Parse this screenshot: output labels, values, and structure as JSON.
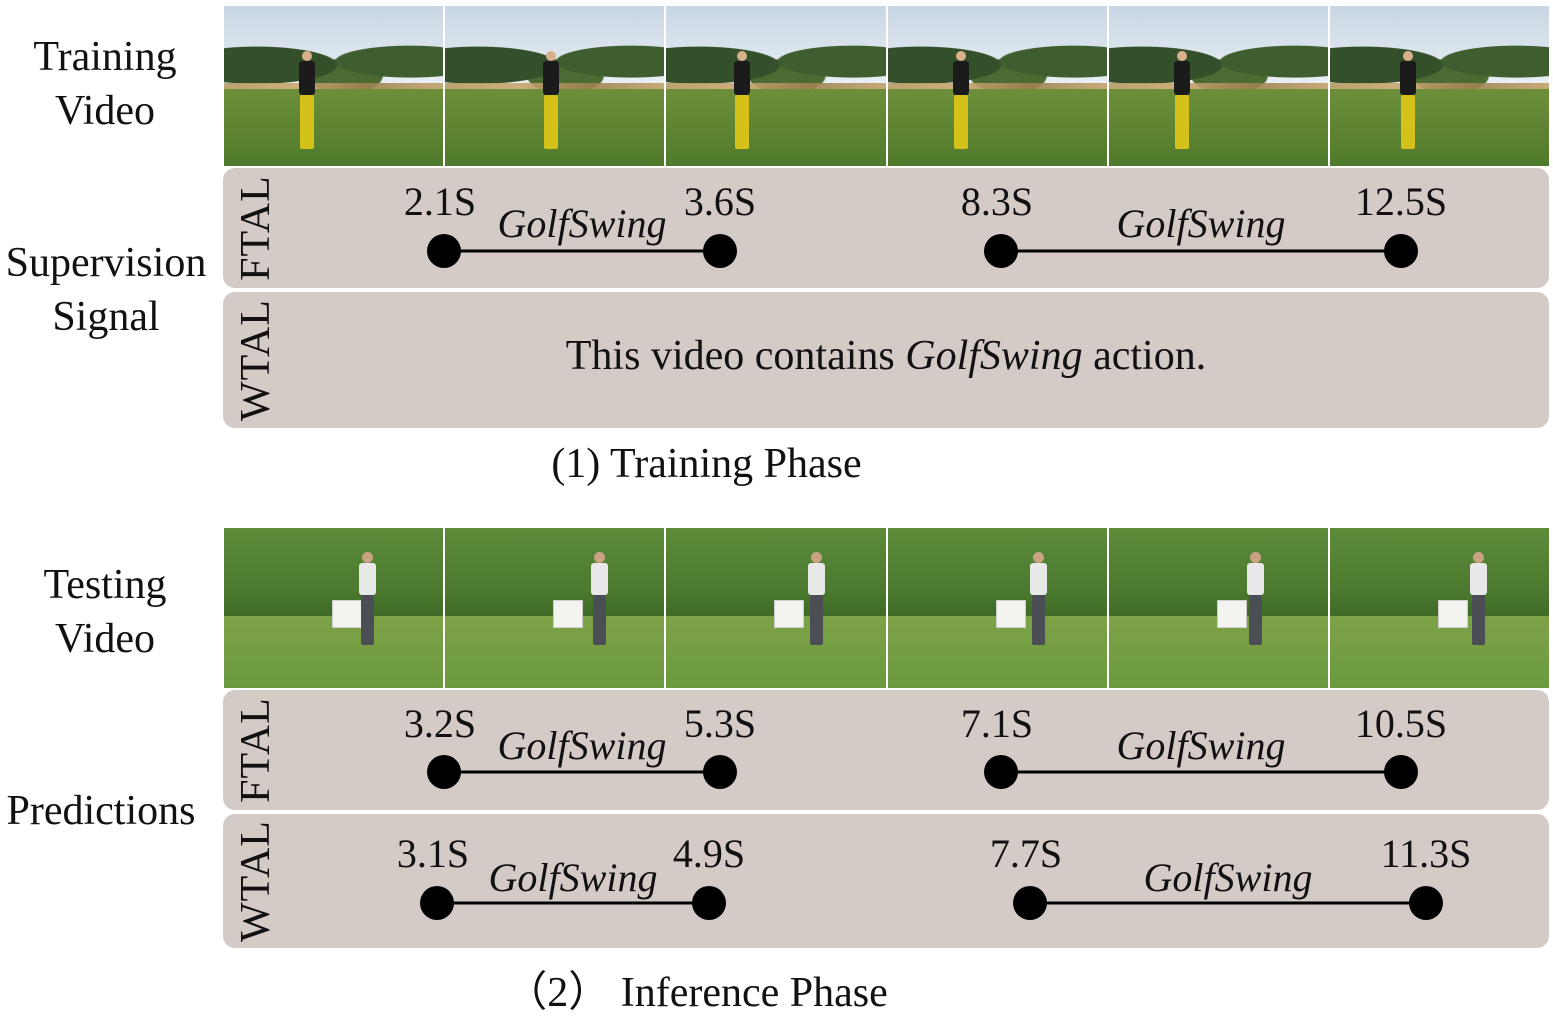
{
  "training": {
    "video_label": "Training\nVideo",
    "supervision_label": "Supervision\nSignal",
    "ftal_label": "FTAL",
    "wtal_label": "WTAL",
    "ftal_segments": [
      {
        "start": "2.1S",
        "end": "3.6S",
        "action": "GolfSwing"
      },
      {
        "start": "8.3S",
        "end": "12.5S",
        "action": "GolfSwing"
      }
    ],
    "wtal_text_before": "This video contains ",
    "wtal_text_action": "GolfSwing",
    "wtal_text_after": " action.",
    "phase_caption": "(1) Training Phase"
  },
  "inference": {
    "video_label": "Testing\nVideo",
    "predictions_label": "Predictions",
    "ftal_label": "FTAL",
    "wtal_label": "WTAL",
    "ftal_segments": [
      {
        "start": "3.2S",
        "end": "5.3S",
        "action": "GolfSwing"
      },
      {
        "start": "7.1S",
        "end": "10.5S",
        "action": "GolfSwing"
      }
    ],
    "wtal_segments": [
      {
        "start": "3.1S",
        "end": "4.9S",
        "action": "GolfSwing"
      },
      {
        "start": "7.7S",
        "end": "11.3S",
        "action": "GolfSwing"
      }
    ],
    "phase_caption": "（2） Inference Phase"
  },
  "colors": {
    "panel_bg": "#d4cbc7",
    "marker": "#000000"
  }
}
